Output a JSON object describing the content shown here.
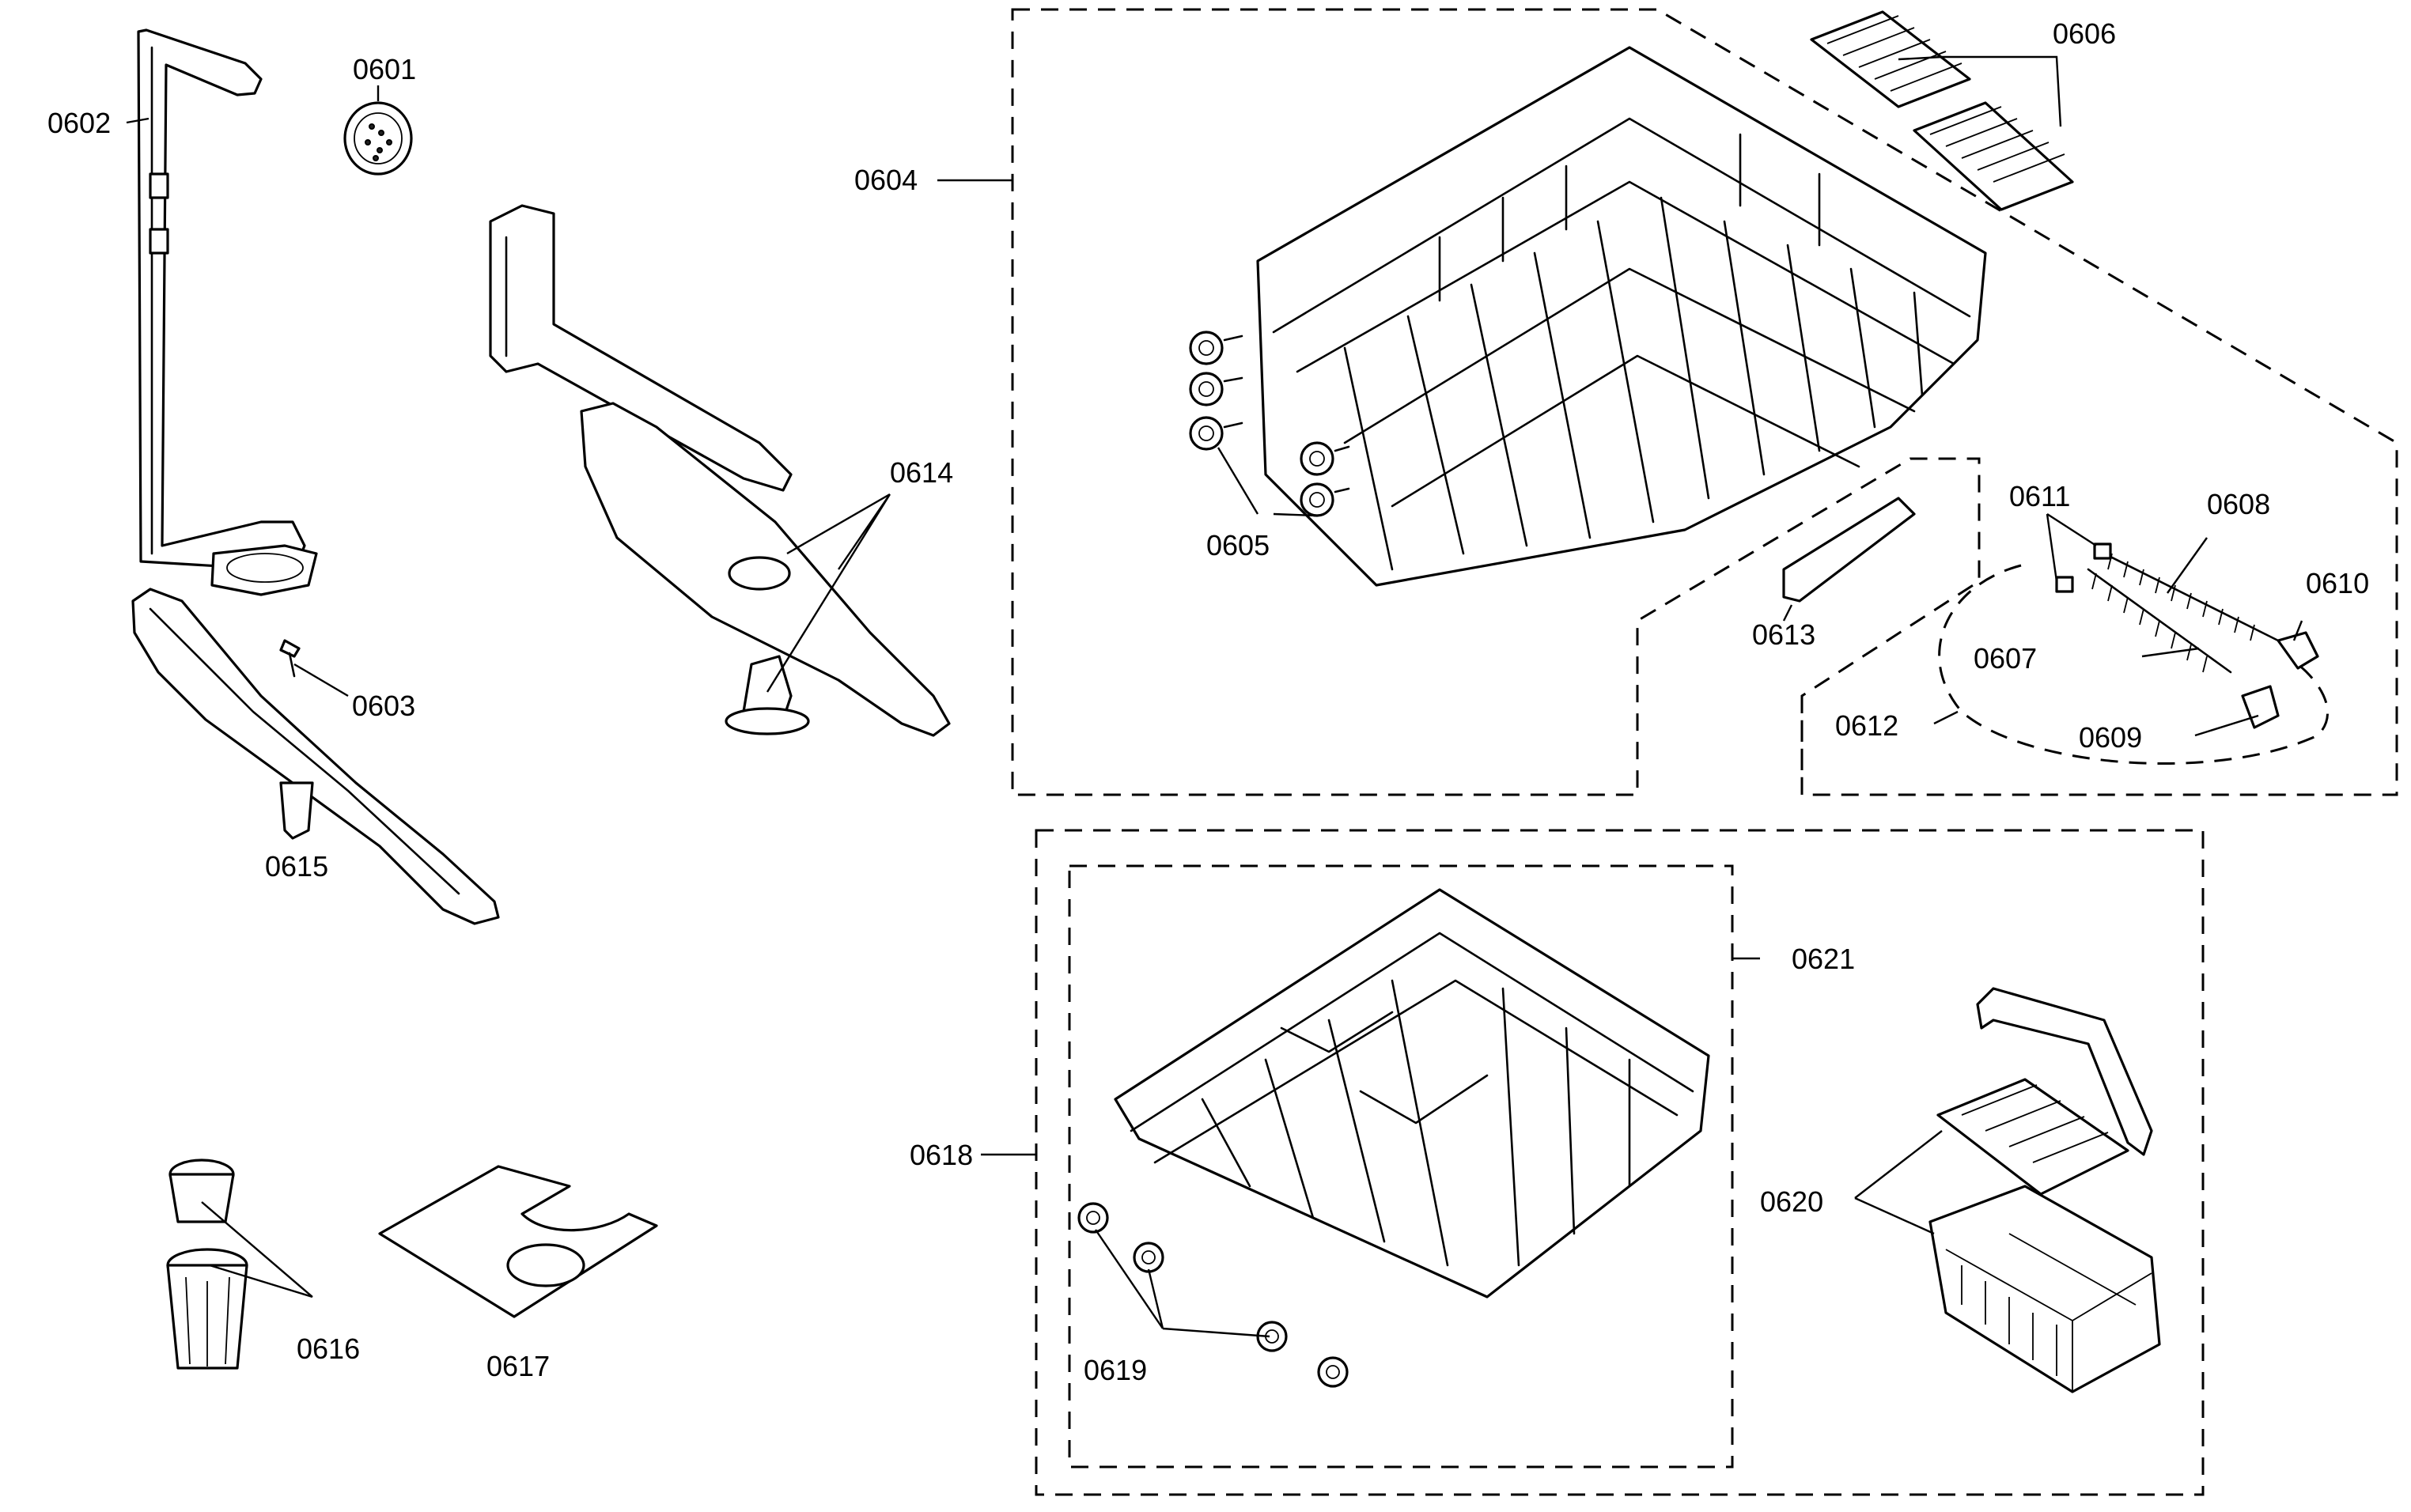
{
  "parts": {
    "p0601": "0601",
    "p0602": "0602",
    "p0603": "0603",
    "p0604": "0604",
    "p0605": "0605",
    "p0606": "0606",
    "p0607": "0607",
    "p0608": "0608",
    "p0609": "0609",
    "p0610": "0610",
    "p0611": "0611",
    "p0612": "0612",
    "p0613": "0613",
    "p0614": "0614",
    "p0615": "0615",
    "p0616": "0616",
    "p0617": "0617",
    "p0618": "0618",
    "p0619": "0619",
    "p0620": "0620",
    "p0621": "0621"
  }
}
